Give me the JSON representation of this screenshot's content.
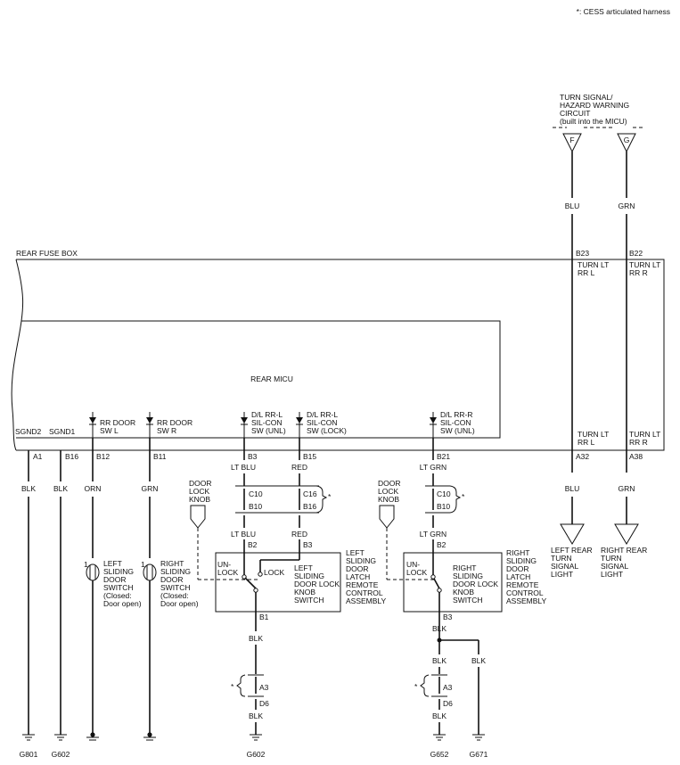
{
  "note": "*: CESS articulated harness",
  "turn_circuit": {
    "label": [
      "TURN SIGNAL/",
      "HAZARD WARNING",
      "CIRCUIT",
      "(built into the MICU)"
    ],
    "term_f": "F",
    "term_g": "G",
    "wire_f": "BLU",
    "wire_g": "GRN"
  },
  "rear_fuse_box": {
    "title": "REAR FUSE BOX",
    "pin_b23": "B23",
    "pin_b22": "B22",
    "label_b23": [
      "TURN LT",
      "RR L"
    ],
    "label_b22": [
      "TURN LT",
      "RR R"
    ]
  },
  "rear_micu": {
    "title": "REAR MICU",
    "sgnd2": "SGND2",
    "sgnd1": "SGND1",
    "rr_door_l": [
      "RR DOOR",
      "SW L"
    ],
    "rr_door_r": [
      "RR DOOR",
      "SW R"
    ],
    "dl_unl": [
      "D/L RR-L",
      "SIL-CON",
      "SW (UNL)"
    ],
    "dl_lock": [
      "D/L RR-L",
      "SIL-CON",
      "SW (LOCK)"
    ],
    "dr_unl": [
      "D/L RR-R",
      "SIL-CON",
      "SW (UNL)"
    ],
    "turn_l": [
      "TURN LT",
      "RR L"
    ],
    "turn_r": [
      "TURN LT",
      "RR R"
    ]
  },
  "pins": {
    "a1": "A1",
    "b16": "B16",
    "b12": "B12",
    "b11": "B11",
    "b3": "B3",
    "b15": "B15",
    "b21": "B21",
    "a32": "A32",
    "a38": "A38"
  },
  "wires": {
    "blk": "BLK",
    "orn": "ORN",
    "grn": "GRN",
    "lt_blu": "LT BLU",
    "red": "RED",
    "lt_grn": "LT GRN",
    "blu": "BLU"
  },
  "connectors": {
    "c10": "C10",
    "c16": "C16",
    "b10": "B10",
    "b16": "B16",
    "b2": "B2",
    "b3": "B3",
    "b1": "B1",
    "a3": "A3",
    "d6": "D6",
    "star": "*"
  },
  "left_door_switch": {
    "pin": "1",
    "label": [
      "LEFT",
      "SLIDING",
      "DOOR",
      "SWITCH",
      "(Closed:",
      "Door open)"
    ]
  },
  "right_door_switch": {
    "pin": "1",
    "label": [
      "RIGHT",
      "SLIDING",
      "DOOR",
      "SWITCH",
      "(Closed:",
      "Door open)"
    ]
  },
  "door_lock_knob": [
    "DOOR",
    "LOCK",
    "KNOB"
  ],
  "left_assembly": {
    "unlock": [
      "UN-",
      "LOCK"
    ],
    "lock": "LOCK",
    "inner": [
      "LEFT",
      "SLIDING",
      "DOOR LOCK",
      "KNOB",
      "SWITCH"
    ],
    "outer": [
      "LEFT",
      "SLIDING",
      "DOOR",
      "LATCH",
      "REMOTE",
      "CONTROL",
      "ASSEMBLY"
    ]
  },
  "right_assembly": {
    "unlock": [
      "UN-",
      "LOCK"
    ],
    "inner": [
      "RIGHT",
      "SLIDING",
      "DOOR LOCK",
      "KNOB",
      "SWITCH"
    ],
    "outer": [
      "RIGHT",
      "SLIDING",
      "DOOR",
      "LATCH",
      "REMOTE",
      "CONTROL",
      "ASSEMBLY"
    ]
  },
  "lights": {
    "left": [
      "LEFT REAR",
      "TURN",
      "SIGNAL",
      "LIGHT"
    ],
    "right": [
      "RIGHT REAR",
      "TURN",
      "SIGNAL",
      "LIGHT"
    ]
  },
  "grounds": {
    "g801": "G801",
    "g602a": "G602",
    "g602b": "G602",
    "g652": "G652",
    "g671": "G671"
  }
}
